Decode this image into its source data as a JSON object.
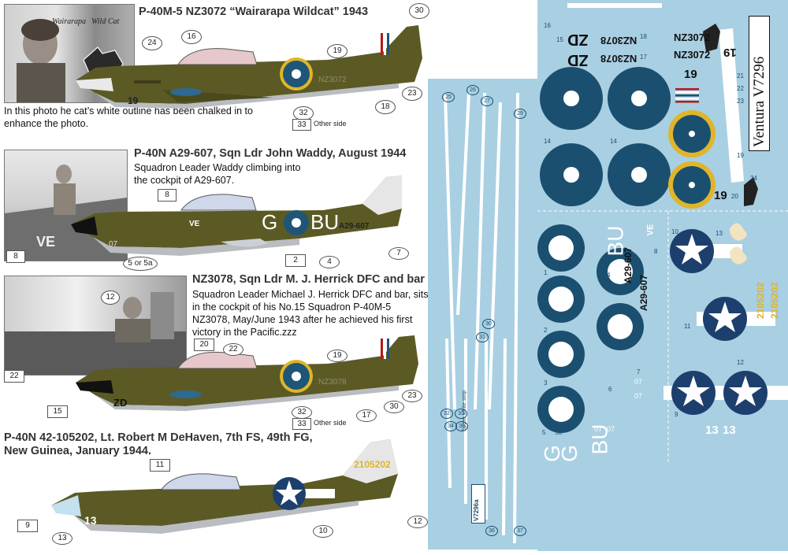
{
  "colors": {
    "olive": "#5b5a25",
    "olive_dark": "#3e3d17",
    "underside": "#b9bcc0",
    "rnzaf_blue": "#1f5577",
    "yellow": "#dfb52a",
    "decal_bg": "#a9cfe2",
    "sheet_blue": "#1b4f70",
    "star_blue": "#1d3f6d",
    "decal_white": "#ffffff"
  },
  "aircraft": [
    {
      "title": "P-40M-5 NZ3072 “Wairarapa Wildcat” 1943",
      "photo_caption": "In this photo he cat’s white outline has been chalked in to enhance the photo.",
      "photo_text": [
        "Wairarapa",
        "Wild Cat"
      ],
      "markings": [
        "19",
        "NZ3072"
      ],
      "callouts": [
        "30",
        "24",
        "16",
        "19",
        "18",
        "23",
        "32",
        "33"
      ],
      "other_side": "Other side"
    },
    {
      "title": "P-40N A29-607, Sqn Ldr John Waddy, August 1944",
      "body": "Squadron Leader Waddy climbing into the cockpit of A29-607.",
      "markings": [
        "G",
        "BU",
        "VE",
        "07",
        "A29-607"
      ],
      "photo_text": "VE",
      "callouts": [
        "8",
        "8",
        "5 or 5a",
        "2",
        "4",
        "7"
      ]
    },
    {
      "title": "NZ3078, Sqn Ldr M. J. Herrick DFC and bar",
      "body": "Squadron Leader Michael J. Herrick DFC and bar, sits in the cockpit of his No.15 Squadron P-40M-5 NZ3078, May/June 1943 after he achieved his first victory in the Pacific.zzz",
      "markings": [
        "ZD",
        "NZ3078"
      ],
      "callouts": [
        "12",
        "20",
        "22",
        "22",
        "15",
        "19",
        "23",
        "30",
        "17",
        "32",
        "33"
      ],
      "other_side": "Other side"
    },
    {
      "title": "P-40N 42-105202, Lt. Robert M DeHaven, 7th FS, 49th FG, New Guinea, January 1944.",
      "markings": [
        "13",
        "2105202"
      ],
      "callouts": [
        "11",
        "9",
        "13",
        "10",
        "12"
      ]
    }
  ],
  "decal_strip": {
    "numbers": [
      "25",
      "26",
      "27",
      "29",
      "30",
      "31",
      "32",
      "33",
      "34",
      "35",
      "36",
      "37"
    ],
    "spare_label": "Spare white strip",
    "serial": "V7296a"
  },
  "decal_sheet": {
    "brand": "Ventura V7296",
    "top_codes": [
      "ZD",
      "ZD",
      "NZ3078",
      "NZ3078",
      "NZ3072",
      "NZ3072",
      "19",
      "19",
      "19"
    ],
    "numbers": [
      "16",
      "15",
      "18",
      "17",
      "21",
      "22",
      "23",
      "14",
      "14",
      "19",
      "20",
      "24",
      "1",
      "2",
      "3",
      "4",
      "5",
      "5a",
      "6",
      "7",
      "8",
      "9",
      "10",
      "11",
      "12",
      "13"
    ],
    "codes": [
      "G",
      "G",
      "BU",
      "BU",
      "VE",
      "A29-607",
      "A29-607",
      "07",
      "07",
      "07",
      "07",
      "13",
      "13",
      "2105202",
      "2105202"
    ]
  }
}
